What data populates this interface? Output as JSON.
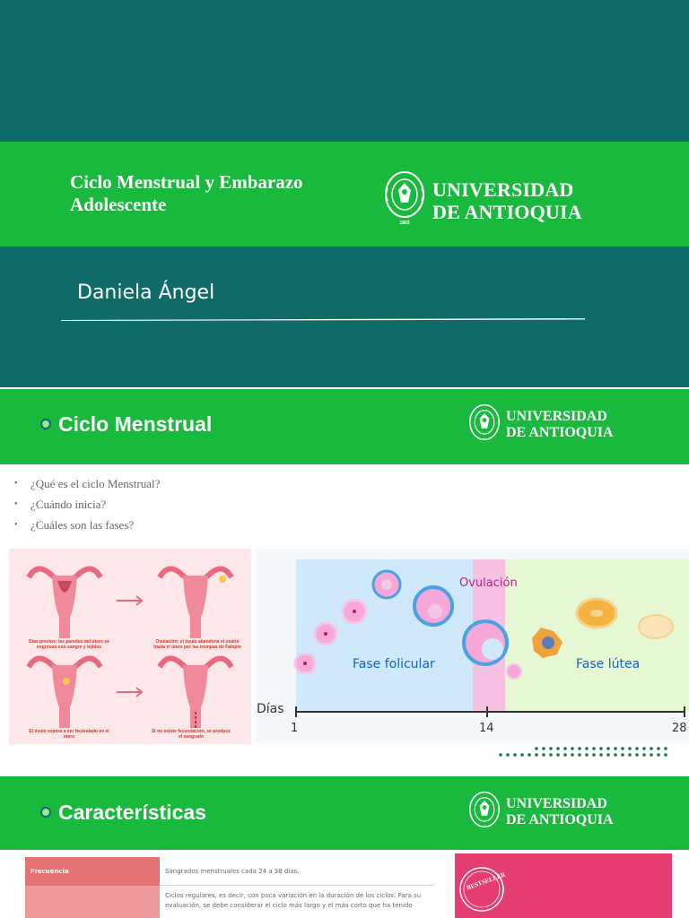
{
  "slide1": {
    "title_line1": "Ciclo Menstrual y Embarazo",
    "title_line2": "Adolescente",
    "author": "Daniela Ángel",
    "university_line1": "UNIVERSIDAD",
    "university_line2": "DE ANTIOQUIA",
    "seal_year": "1803"
  },
  "slide2": {
    "heading": "Ciclo Menstrual",
    "university_line1": "UNIVERSIDAD",
    "university_line2": "DE ANTIOQUIA",
    "questions": [
      "¿Qué es el ciclo Menstrual?",
      "¿Cuándo inicia?",
      "¿Cuáles son las fases?"
    ],
    "diagram_left": {
      "captions": [
        "Días previos: las paredes del útero se engrosan con sangre y tejidos",
        "Ovulación: el óvulo abandona el ovario hasta el útero por las trompas de Falopio",
        "El óvulo espera a ser fecundado en el útero",
        "Si no existe fecundación, se produce el sangrado"
      ]
    },
    "diagram_right": {
      "label_ovulation": "Ovulación",
      "label_follicular": "Fase folicular",
      "label_luteal": "Fase lútea",
      "axis_label": "Días",
      "tick_1": "1",
      "tick_14": "14",
      "tick_28": "28"
    }
  },
  "slide3": {
    "heading": "Características",
    "university_line1": "UNIVERSIDAD",
    "university_line2": "DE ANTIOQUIA",
    "table": {
      "row1_head": "Frecuencia",
      "row1_text": "Sangrados menstruales cada 24 a 38 días.",
      "row2_text_1": "Ciclos regulares, es decir, con poca variación en la duración de los ciclos. Para su",
      "row2_text_2": "evaluación, se debe considerar el ciclo más largo y el más corto que ha tenido"
    },
    "book_text": "BESTSELLER"
  },
  "colors": {
    "teal": "#0e6b68",
    "green": "#18b93d",
    "pink": "#e53d6f",
    "follicular_bg": "#cfe9fb",
    "ovulation_bg": "#f7c1e4",
    "luteal_bg": "#e6f7d3"
  }
}
